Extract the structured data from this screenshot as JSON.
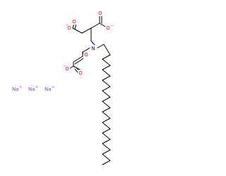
{
  "molecule": {
    "atoms": {
      "o1": "O",
      "o2": "O",
      "o3": "O",
      "o4": "O",
      "o5": "O",
      "o6": "O",
      "o7": "O",
      "n1": "N",
      "na1": "Na",
      "na2": "Na",
      "na3": "Na"
    },
    "charges": {
      "o2": "−",
      "o4": "−",
      "o6": "−",
      "na1": "+",
      "na2": "+",
      "na3": "+"
    },
    "colors": {
      "oxygen": "#ff0000",
      "nitrogen": "#0000ff",
      "sodium": "#8b45c9",
      "bond": "#000000"
    }
  }
}
